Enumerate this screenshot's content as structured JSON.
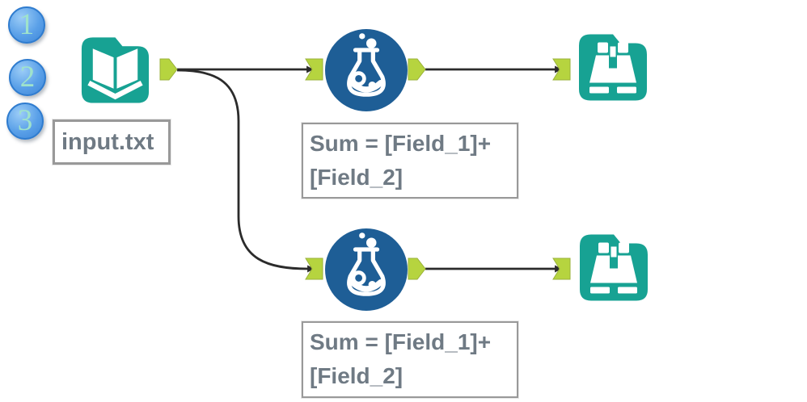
{
  "workflow": {
    "badges": [
      {
        "label": "1"
      },
      {
        "label": "2"
      },
      {
        "label": "3"
      }
    ],
    "input_tool": {
      "icon": "open-book-folder-icon",
      "label": "input.txt"
    },
    "formula_top": {
      "icon": "flask-icon",
      "annotation": "Sum = [Field_1]+\n[Field_2]"
    },
    "browse_top": {
      "icon": "binoculars-folder-icon"
    },
    "formula_bottom": {
      "icon": "flask-icon",
      "annotation": "Sum = [Field_1]+\n[Field_2]"
    },
    "browse_bottom": {
      "icon": "binoculars-folder-icon"
    }
  },
  "colors": {
    "canvas_background": "#ffffff",
    "tool_teal": "#17a293",
    "formula_blue": "#1e5e96",
    "anchor_green": "#b6d43f",
    "anchor_border": "#9ab23a",
    "wire": "#2b2b2b",
    "annotation_text": "#6f7a84",
    "annotation_border": "#999999",
    "badge_blue": "#4a90dd",
    "badge_number": "#9fe3cb"
  }
}
